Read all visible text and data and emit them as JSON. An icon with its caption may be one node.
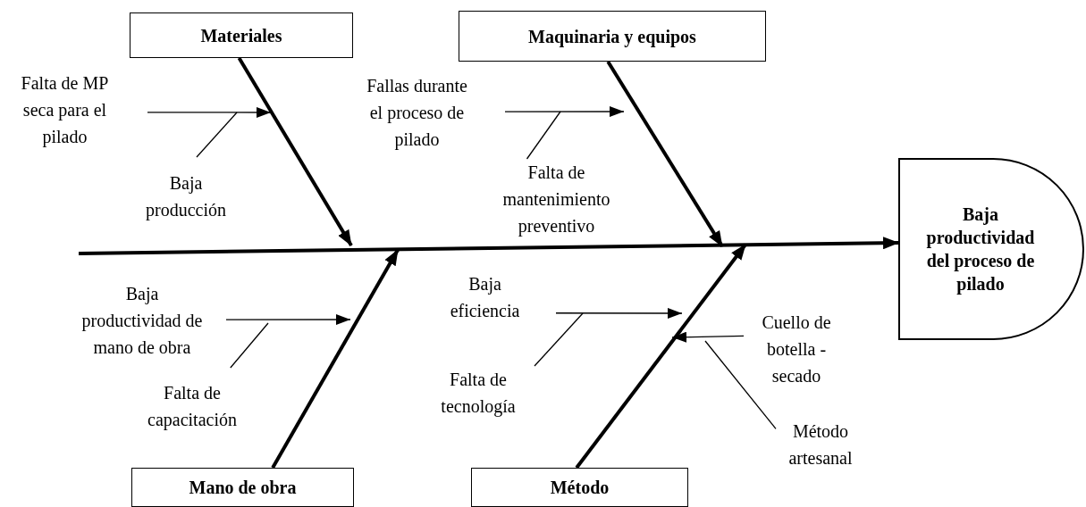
{
  "diagram": {
    "nodes": [
      {
        "text": [
          "Materiales"
        ]
      },
      {
        "text": [
          "Maquinaria y equipos"
        ]
      },
      {
        "text": [
          "Falta de MP seca para el pilado"
        ]
      },
      {
        "text": [
          "Fallas durante el proceso de pilado"
        ]
      },
      {
        "text": [
          "Baja producción"
        ]
      },
      {
        "text": [
          "Falta de mantenimiento preventivo"
        ]
      },
      {
        "text": [
          "Baja productividad del proceso de pilado"
        ]
      },
      {
        "text": [
          "Baja productividad de mano de obra"
        ]
      },
      {
        "text": [
          "Baja eficiencia"
        ]
      },
      {
        "text": [
          "Cuello de botella - secado"
        ]
      },
      {
        "text": [
          "Falta de capacitación"
        ]
      },
      {
        "text": [
          "Falta de tecnología"
        ]
      },
      {
        "text": [
          "Método artesanal"
        ]
      },
      {
        "text": [
          "Mano de obra"
        ]
      },
      {
        "text": [
          "Método"
        ]
      }
    ],
    "edges": [
      {
        "from": null,
        "to": 6,
        "arrow": "to",
        "style": "thick"
      },
      {
        "from": 0,
        "to": null,
        "arrow": "to",
        "style": "thick"
      },
      {
        "from": 1,
        "to": null,
        "arrow": "to",
        "style": "thick"
      },
      {
        "from": 13,
        "to": null,
        "arrow": "to",
        "style": "thick"
      },
      {
        "from": 14,
        "to": null,
        "arrow": "to",
        "style": "thick"
      },
      {
        "from": 2,
        "to": null,
        "arrow": "to"
      },
      {
        "from": 3,
        "to": null,
        "arrow": "to"
      },
      {
        "from": 7,
        "to": null,
        "arrow": "to"
      },
      {
        "from": 8,
        "to": null,
        "arrow": "to"
      },
      {
        "from": 9,
        "to": null,
        "arrow": "to"
      },
      {
        "from": 4,
        "to": null,
        "arrow": "none"
      },
      {
        "from": 5,
        "to": null,
        "arrow": "none"
      },
      {
        "from": 10,
        "to": null,
        "arrow": "none"
      },
      {
        "from": 11,
        "to": null,
        "arrow": "none"
      },
      {
        "from": 12,
        "to": null,
        "arrow": "none"
      }
    ]
  }
}
